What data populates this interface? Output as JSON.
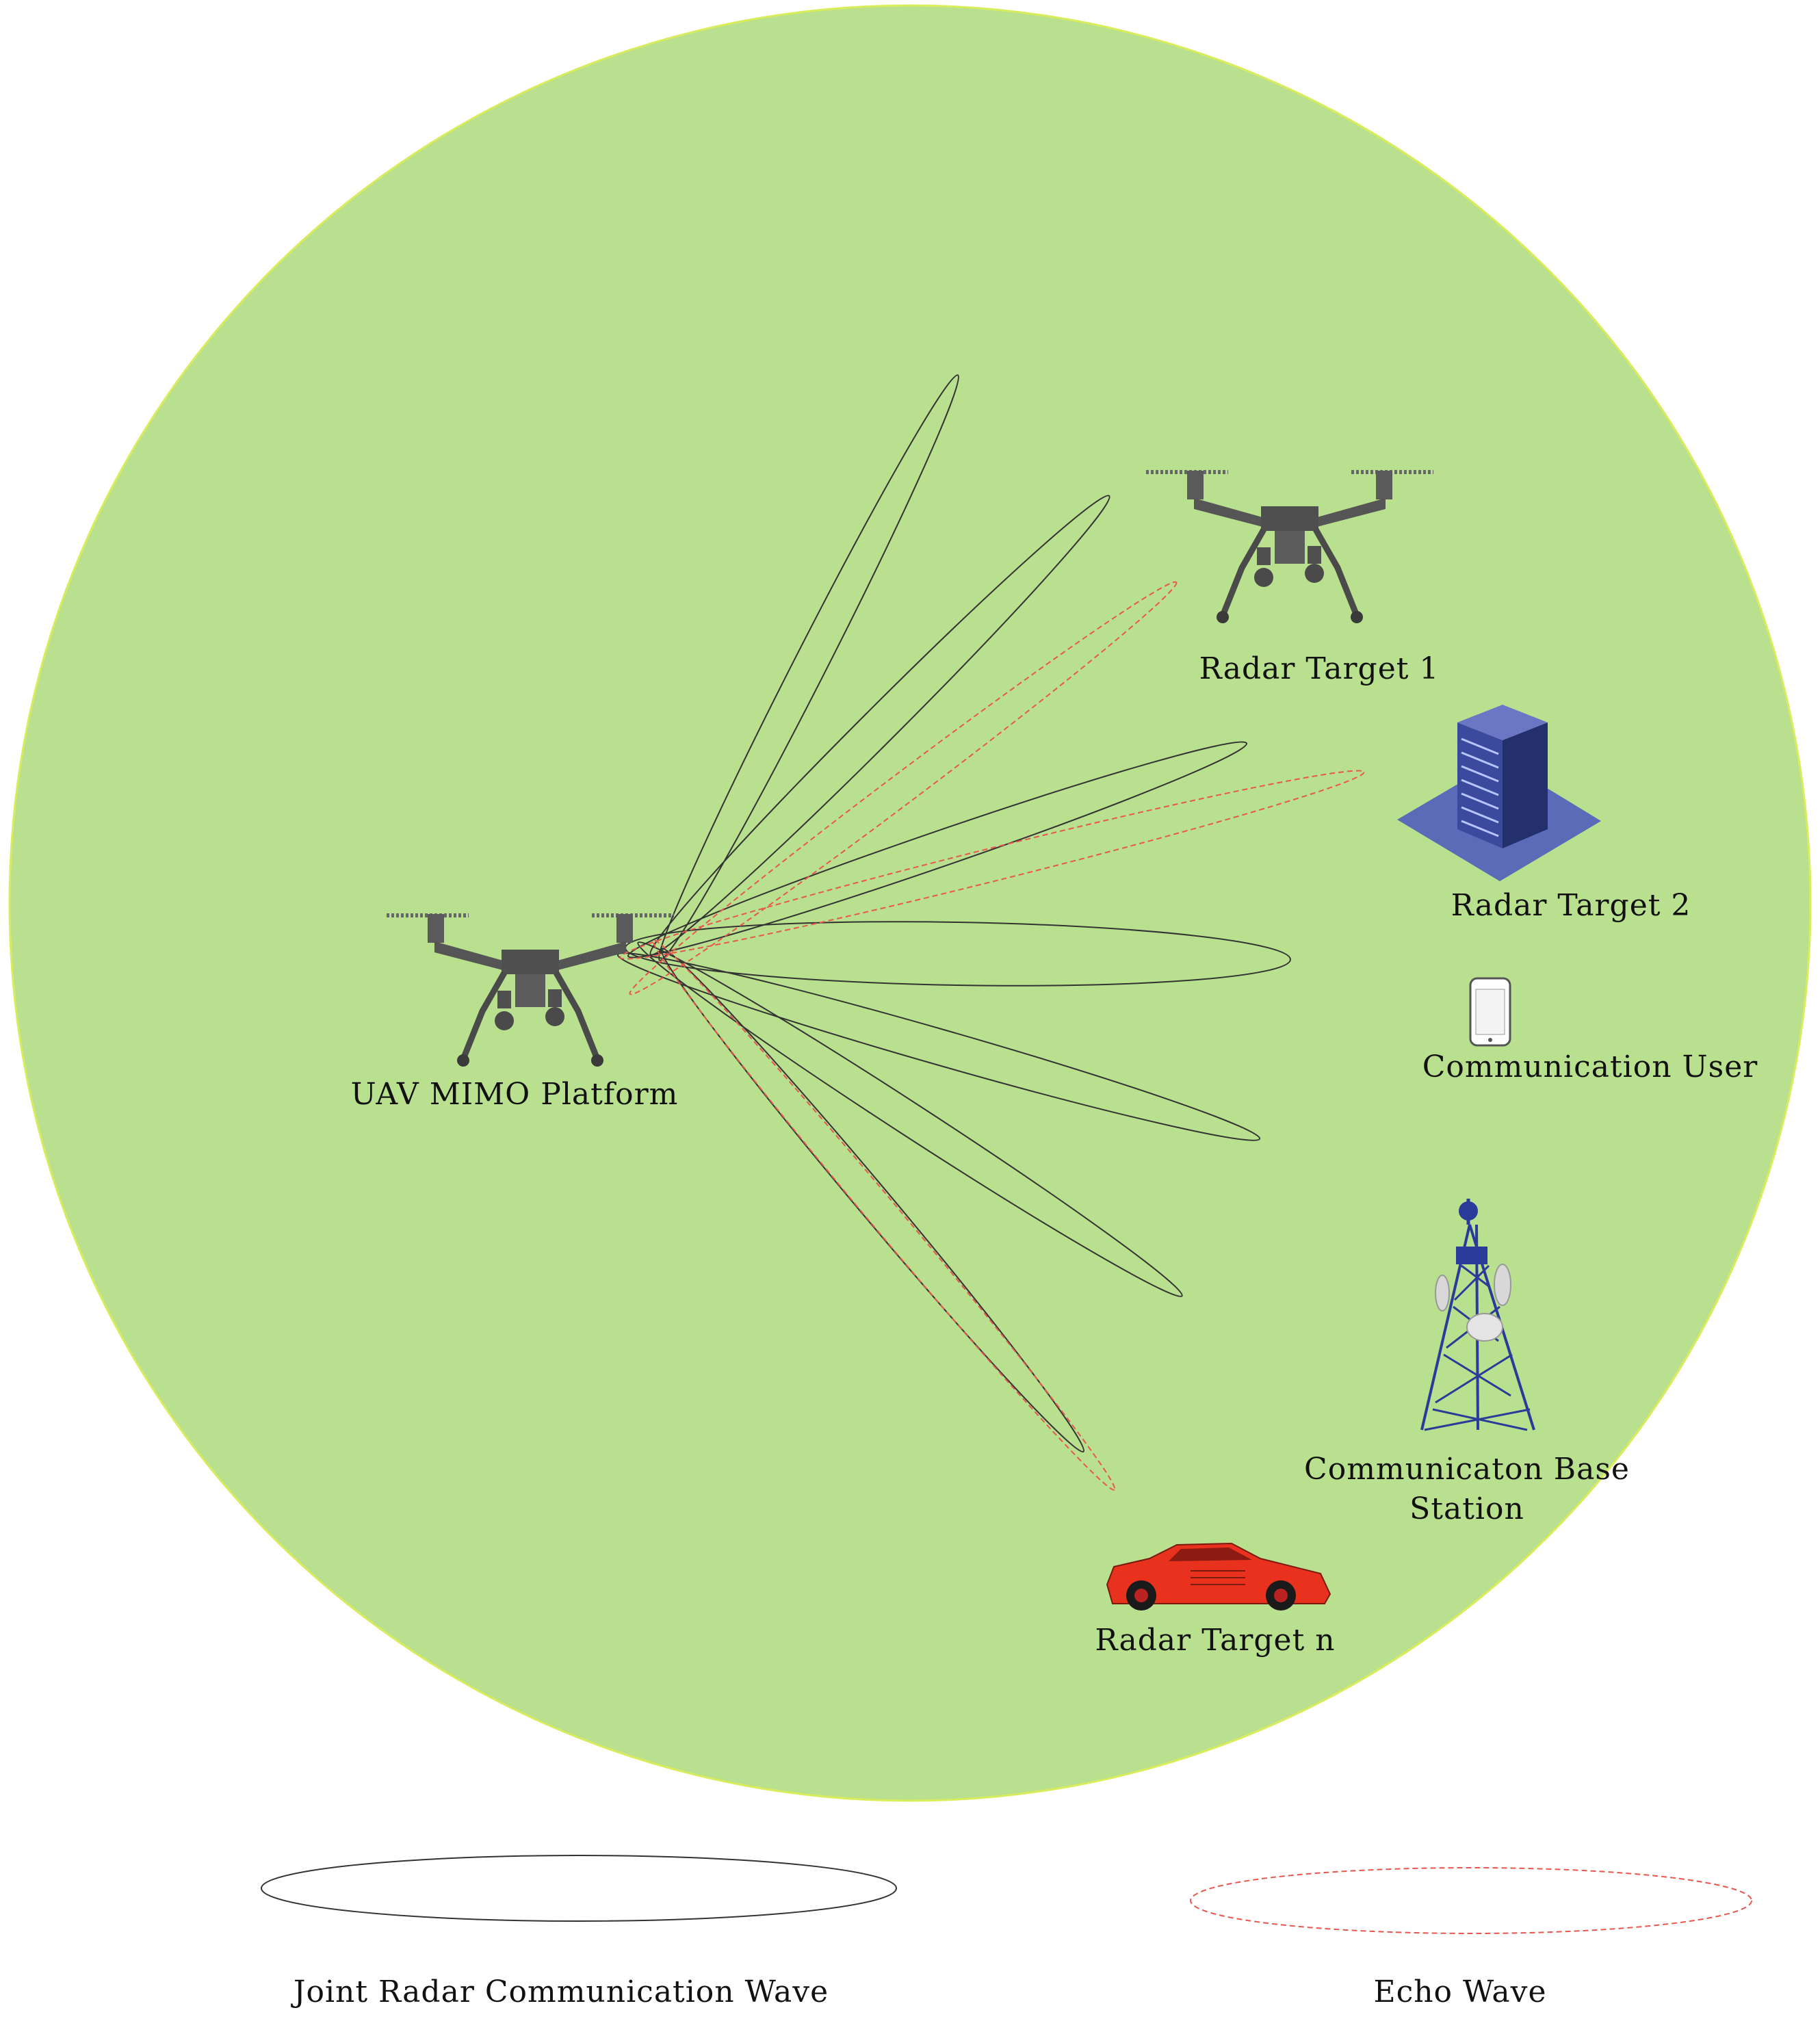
{
  "labels": {
    "platform": "UAV MIMO Platform",
    "target1": "Radar Target 1",
    "target2": "Radar Target 2",
    "comm_user": "Communication User",
    "base_station_line1": "Communicaton Base",
    "base_station_line2": "Station",
    "target_n": "Radar Target n"
  },
  "legend": {
    "joint_wave": "Joint Radar Communication Wave",
    "echo_wave": "Echo Wave"
  },
  "colors": {
    "coverage_area": "#b9e08e",
    "coverage_edge": "#d9ec5a",
    "joint_wave_stroke": "#333333",
    "echo_wave_stroke": "#e8574f",
    "drone_body": "#555555",
    "building": "#4b5aa8",
    "car": "#e8321e",
    "tower": "#2a3b9a"
  },
  "icons": {
    "platform": "drone-icon",
    "target1": "drone-icon",
    "target2": "building-icon",
    "comm_user": "smartphone-icon",
    "base_station": "cell-tower-icon",
    "target_n": "car-icon"
  }
}
